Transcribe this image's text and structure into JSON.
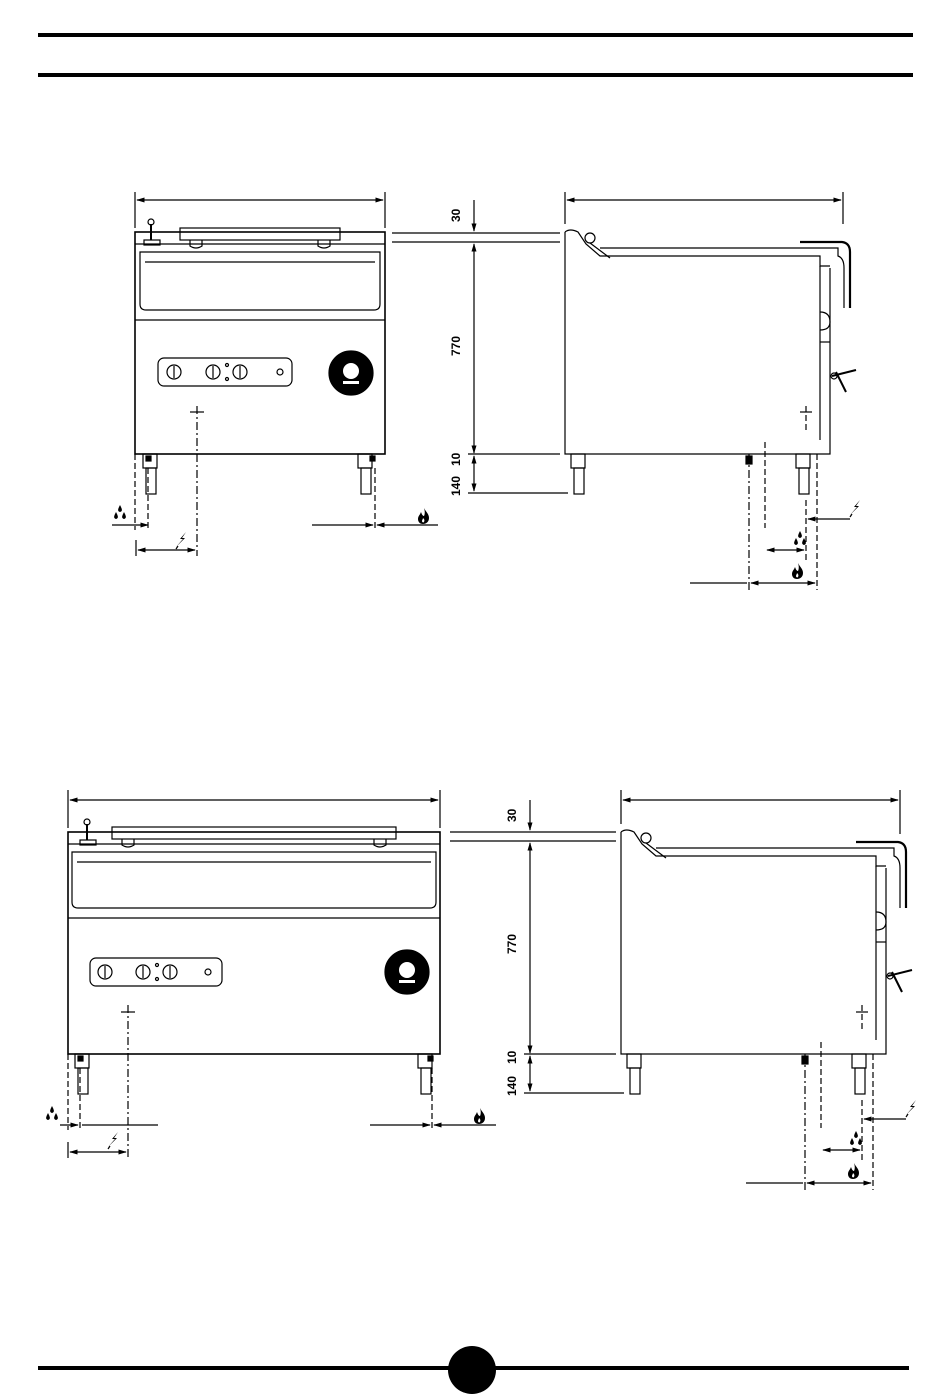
{
  "page_number": "",
  "drawing_1": {
    "dim_top": "30",
    "dim_height": "770",
    "dim_gap": "10",
    "dim_legs": "140"
  },
  "drawing_2": {
    "dim_top": "30",
    "dim_height": "770",
    "dim_gap": "10",
    "dim_legs": "140"
  },
  "icons": {
    "water": "water-drops-icon",
    "electric": "electric-bolt-icon",
    "gas": "gas-flame-icon"
  }
}
